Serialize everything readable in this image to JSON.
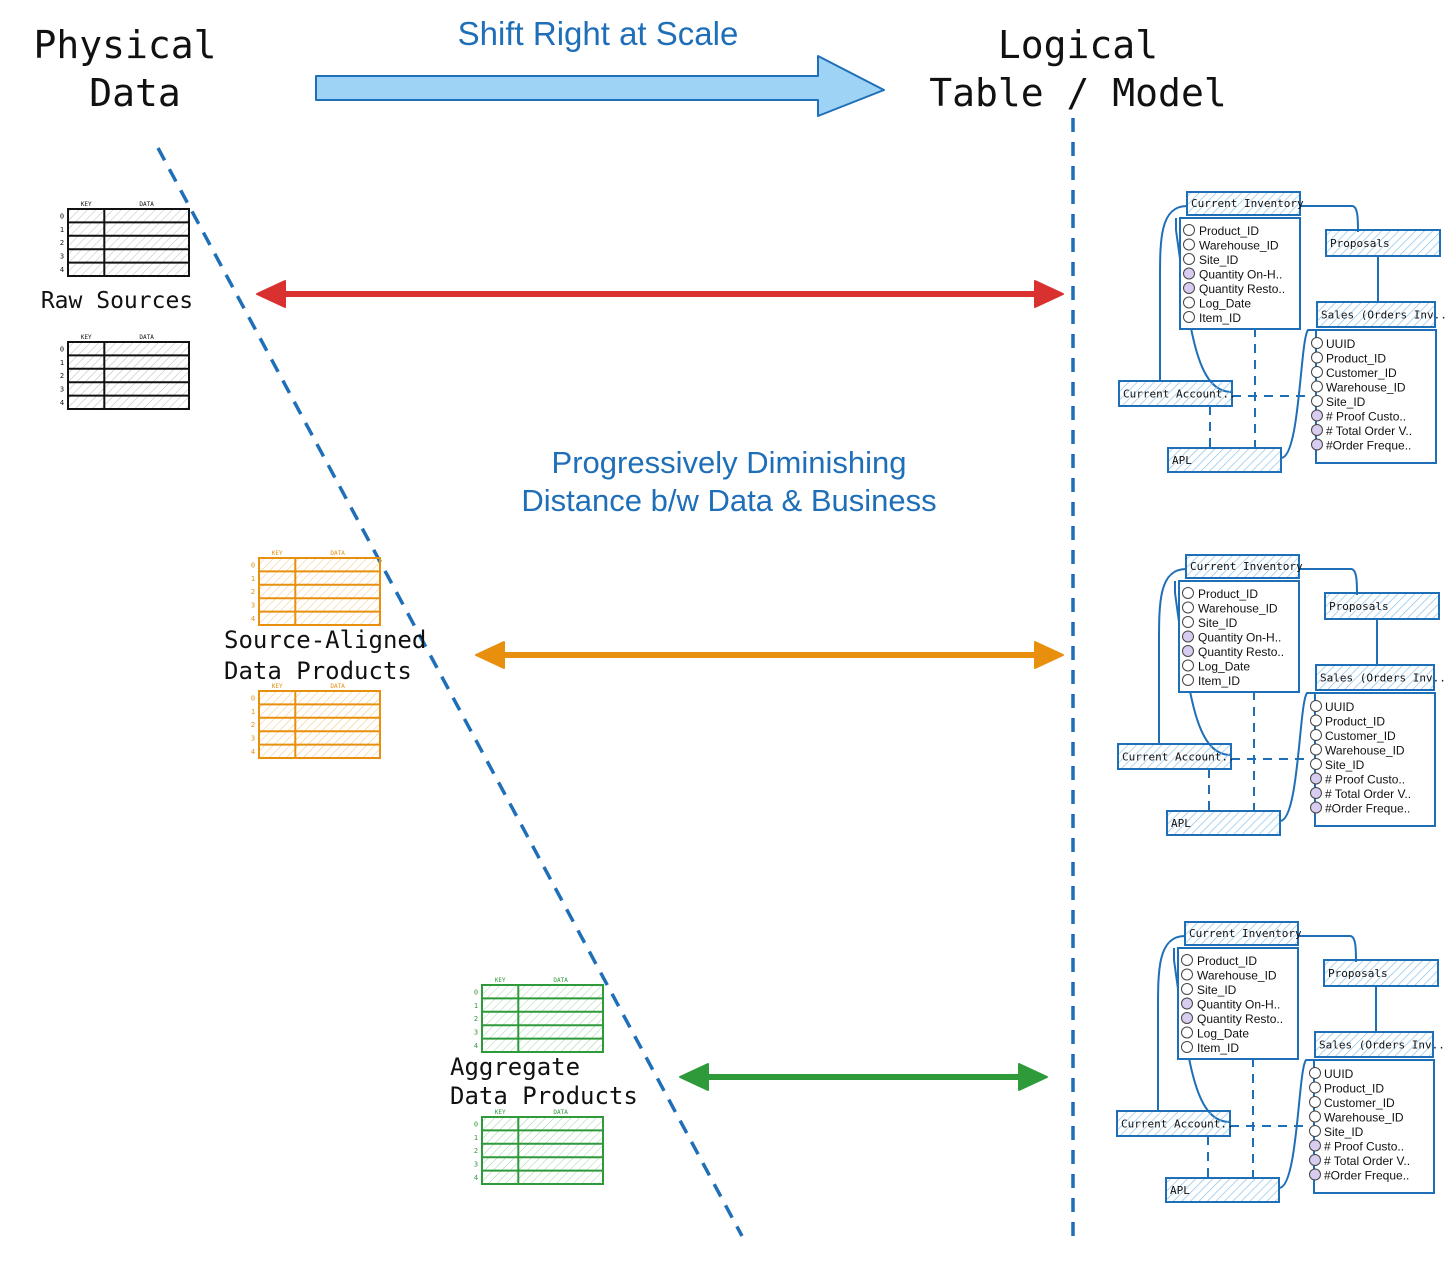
{
  "header": {
    "left_title": [
      "Physical",
      "Data"
    ],
    "right_title": [
      "Logical",
      "Table / Model"
    ],
    "shift_label": "Shift Right at Scale"
  },
  "middle_caption": [
    "Progressively Diminishing",
    "Distance b/w Data & Business"
  ],
  "tiers": [
    {
      "label": [
        "Raw Sources"
      ],
      "color": "#111111",
      "arrow_color": "#d93030"
    },
    {
      "label": [
        "Source-Aligned",
        "Data Products"
      ],
      "color": "#e8900e",
      "arrow_color": "#e8900e"
    },
    {
      "label": [
        "Aggregate",
        "Data Products"
      ],
      "color": "#2e9a3a",
      "arrow_color": "#2e9a3a"
    }
  ],
  "mini_table": {
    "header_key": "KEY",
    "header_data": "DATA",
    "rows": [
      "0",
      "1",
      "2",
      "3",
      "4"
    ]
  },
  "model": {
    "current_inventory": {
      "title": "Current Inventory",
      "fields": [
        "Product_ID",
        "Warehouse_ID",
        "Site_ID",
        "Quantity On-H..",
        "Quantity Resto..",
        "Log_Date",
        "Item_ID"
      ]
    },
    "proposals": {
      "title": "Proposals"
    },
    "sales": {
      "title": "Sales (Orders Inv..",
      "fields": [
        "UUID",
        "Product_ID",
        "Customer_ID",
        "Warehouse_ID",
        "Site_ID",
        "# Proof Custo..",
        "# Total Order V..",
        "#Order Freque.."
      ]
    },
    "current_account": {
      "title": "Current Account.."
    },
    "apl": {
      "title": "APL"
    }
  },
  "colors": {
    "accent_blue": "#1f6fb8",
    "arrow_fill": "#9fd3f5",
    "hatch": "#8cc4ec"
  }
}
